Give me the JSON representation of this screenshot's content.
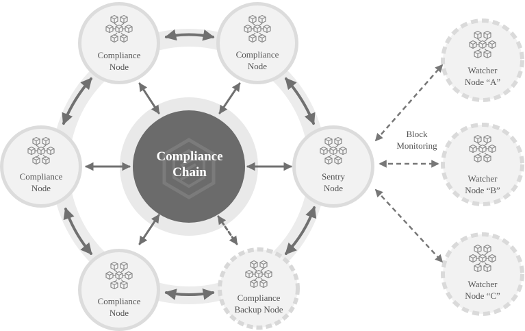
{
  "core": {
    "line1": "Compliance",
    "line2": "Chain"
  },
  "nodes": {
    "top_left": {
      "line1": "Compliance",
      "line2": "Node"
    },
    "top_right": {
      "line1": "Compliance",
      "line2": "Node"
    },
    "left": {
      "line1": "Compliance",
      "line2": "Node"
    },
    "sentry": {
      "line1": "Sentry",
      "line2": "Node"
    },
    "bottom_left": {
      "line1": "Compliance",
      "line2": "Node"
    },
    "backup": {
      "line1": "Compliance",
      "line2": "Backup Node"
    }
  },
  "watchers": {
    "a": {
      "line1": "Watcher",
      "line2": "Node “A”"
    },
    "b": {
      "line1": "Watcher",
      "line2": "Node “B”"
    },
    "c": {
      "line1": "Watcher",
      "line2": "Node “C”"
    }
  },
  "block_monitoring": {
    "line1": "Block",
    "line2": "Monitoring"
  },
  "colors": {
    "ring": "#ececec",
    "node_fill": "#f2f2f2",
    "node_border": "#dedede",
    "core_fill": "#6b6b6b",
    "core_halo": "#e6e6e6",
    "arrow": "#707070",
    "icon": "#888888"
  },
  "icons": {
    "node": "network-cubes-icon",
    "core": "hexagon-logo-icon"
  }
}
